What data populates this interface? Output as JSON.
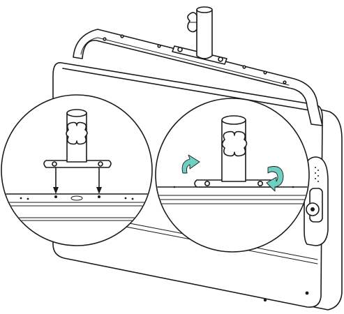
{
  "figure": {
    "subject": "speaker-cabinet-mounting-diagram",
    "panels": [
      {
        "id": "detail-left",
        "depicts": "pole-mount-bracket-alignment-with-screws"
      },
      {
        "id": "detail-right",
        "depicts": "pole-mount-bracket-screws-tightening"
      }
    ],
    "icons": [
      "rotation-arrow-icon",
      "down-arrow-icon",
      "screw-icon",
      "knob-icon"
    ],
    "colors": {
      "line": "#1a1a1a",
      "background": "#ffffff",
      "rotation_arrow": "#6fcfc0"
    }
  }
}
